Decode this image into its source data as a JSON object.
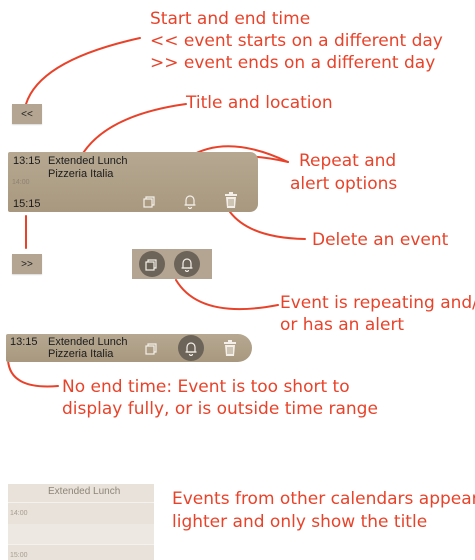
{
  "annotations": {
    "time_line1": "Start and end time",
    "time_line2": "<< event starts on a different day",
    "time_line3": ">> event ends on a different day",
    "title_location": "Title and location",
    "repeat_line1": "Repeat and",
    "repeat_line2": "alert options",
    "delete": "Delete an event",
    "repeating_line1": "Event is repeating and/",
    "repeating_line2": "or has an alert",
    "noend_line1": "No end time: Event is too short to",
    "noend_line2": "display fully, or is outside time range",
    "other_line1": "Events from other calendars appear",
    "other_line2": "lighter and only show the title"
  },
  "chips": {
    "starts_before": "<<",
    "ends_after": ">>"
  },
  "event": {
    "start_time": "13:15",
    "end_time": "15:15",
    "title": "Extended Lunch",
    "location": "Pizzeria Italia",
    "hour_marker": "14:00"
  },
  "short_event": {
    "start_time": "13:15",
    "title": "Extended Lunch",
    "location": "Pizzeria Italia"
  },
  "other_calendar_event": {
    "title": "Extended Lunch",
    "hour_14": "14:00",
    "hour_15": "15:00"
  },
  "colors": {
    "annotation": "#e8432a",
    "event_bg": "#b3a591",
    "round_button_bg": "#6c6459",
    "other_calendar_bg": "#e8e2da"
  },
  "icons": [
    "repeat-icon",
    "bell-icon",
    "trash-icon"
  ]
}
